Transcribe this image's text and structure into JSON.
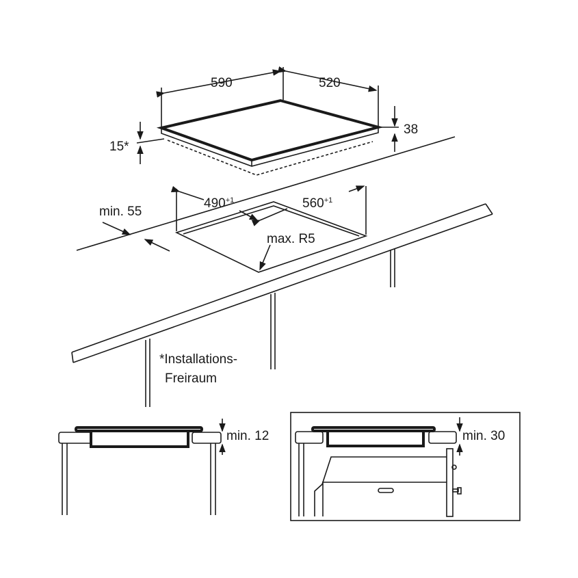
{
  "labels": {
    "width": "590",
    "depth": "520",
    "height": "38",
    "gap": "15*",
    "min_edge": "min. 55",
    "cutout_depth": "490",
    "cutout_depth_tol": "+1",
    "cutout_width": "560",
    "cutout_width_tol": "+1",
    "radius": "max. R5",
    "footnote_line1": "*Installations-",
    "footnote_line2": "Freiraum",
    "min_12": "min. 12",
    "min_30": "min. 30"
  }
}
